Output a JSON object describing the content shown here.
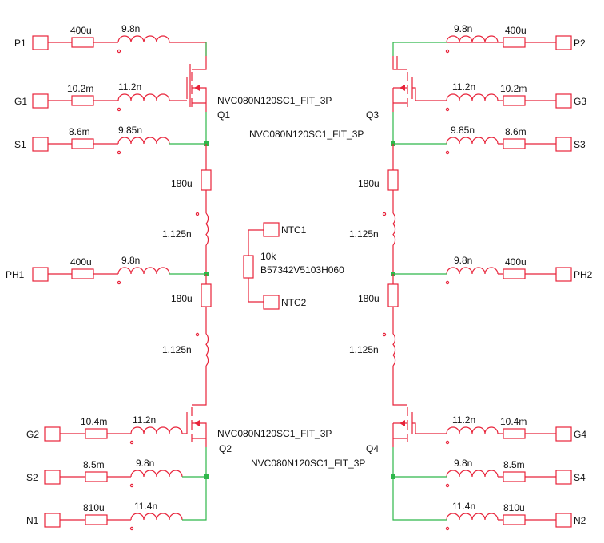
{
  "ports": {
    "P1": "P1",
    "G1": "G1",
    "S1": "S1",
    "PH1": "PH1",
    "G2": "G2",
    "S2": "S2",
    "N1": "N1",
    "P2": "P2",
    "G3": "G3",
    "S3": "S3",
    "PH2": "PH2",
    "G4": "G4",
    "S4": "S4",
    "N2": "N2",
    "NTC1": "NTC1",
    "NTC2": "NTC2"
  },
  "values": {
    "p1_r": "400u",
    "p1_l": "9.8n",
    "g1_r": "10.2m",
    "g1_l": "11.2n",
    "s1_r": "8.6m",
    "s1_l": "9.85n",
    "ph1_r": "400u",
    "ph1_l": "9.8n",
    "left_r1": "180u",
    "left_l1": "1.125n",
    "left_r2": "180u",
    "left_l2": "1.125n",
    "g2_r": "10.4m",
    "g2_l": "11.2n",
    "s2_r": "8.5m",
    "s2_l": "9.8n",
    "n1_r": "810u",
    "n1_l": "11.4n",
    "p2_r": "400u",
    "p2_l": "9.8n",
    "g3_r": "10.2m",
    "g3_l": "11.2n",
    "s3_r": "8.6m",
    "s3_l": "9.85n",
    "ph2_r": "400u",
    "ph2_l": "9.8n",
    "right_r1": "180u",
    "right_l1": "1.125n",
    "right_r2": "180u",
    "right_l2": "1.125n",
    "g4_r": "10.4m",
    "g4_l": "11.2n",
    "s4_r": "8.5m",
    "s4_l": "9.8n",
    "n2_r": "810u",
    "n2_l": "11.4n",
    "ntc_value": "10k",
    "ntc_part": "B57342V5103H060"
  },
  "transistors": {
    "q1": {
      "name": "Q1",
      "model": "NVC080N120SC1_FIT_3P"
    },
    "q2": {
      "name": "Q2",
      "model": "NVC080N120SC1_FIT_3P"
    },
    "q3": {
      "name": "Q3",
      "model": "NVC080N120SC1_FIT_3P"
    },
    "q4": {
      "name": "Q4",
      "model": "NVC080N120SC1_FIT_3P"
    }
  },
  "colors": {
    "component": "#e8233a",
    "wire": "#2eb84a",
    "text": "#111111"
  }
}
